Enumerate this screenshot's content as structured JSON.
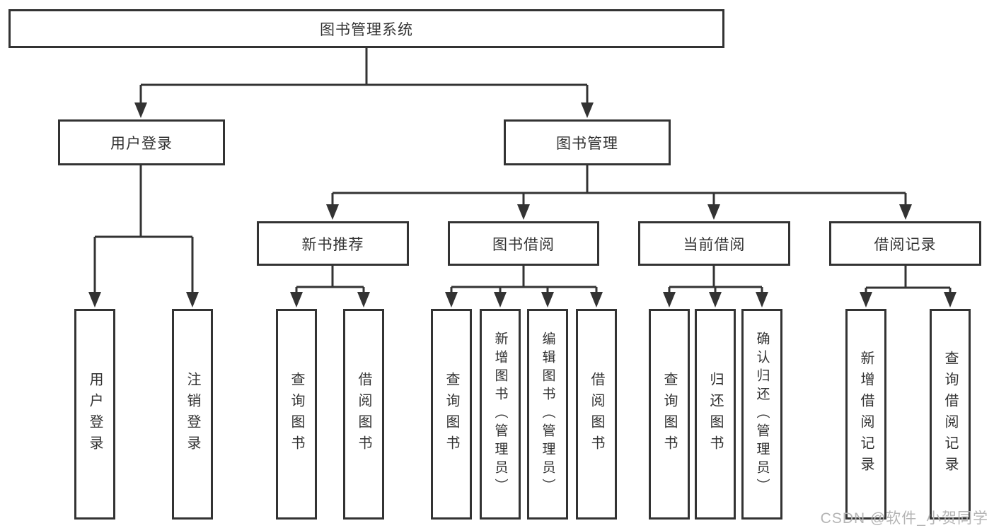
{
  "diagram": {
    "tree": {
      "root": {
        "label": "图书管理系统"
      },
      "children": [
        {
          "label": "用户登录",
          "children": [
            {
              "label": "用户登录"
            },
            {
              "label": "注销登录"
            }
          ]
        },
        {
          "label": "图书管理",
          "children": [
            {
              "label": "新书推荐",
              "children": [
                {
                  "label": "查询图书"
                },
                {
                  "label": "借阅图书"
                }
              ]
            },
            {
              "label": "图书借阅",
              "children": [
                {
                  "label": "查询图书"
                },
                {
                  "label": "新增图书（管理员）"
                },
                {
                  "label": "编辑图书（管理员）"
                },
                {
                  "label": "借阅图书"
                }
              ]
            },
            {
              "label": "当前借阅",
              "children": [
                {
                  "label": "查询图书"
                },
                {
                  "label": "归还图书"
                },
                {
                  "label": "确认归还（管理员）"
                }
              ]
            },
            {
              "label": "借阅记录",
              "children": [
                {
                  "label": "新增借阅记录"
                },
                {
                  "label": "查询借阅记录"
                }
              ]
            }
          ]
        }
      ]
    },
    "colors": {
      "line": "#333333",
      "text": "#333333",
      "background": "#ffffff"
    }
  },
  "watermark": {
    "text": "CSDN @软件_小贺同学",
    "color": "#b5b5b5"
  }
}
